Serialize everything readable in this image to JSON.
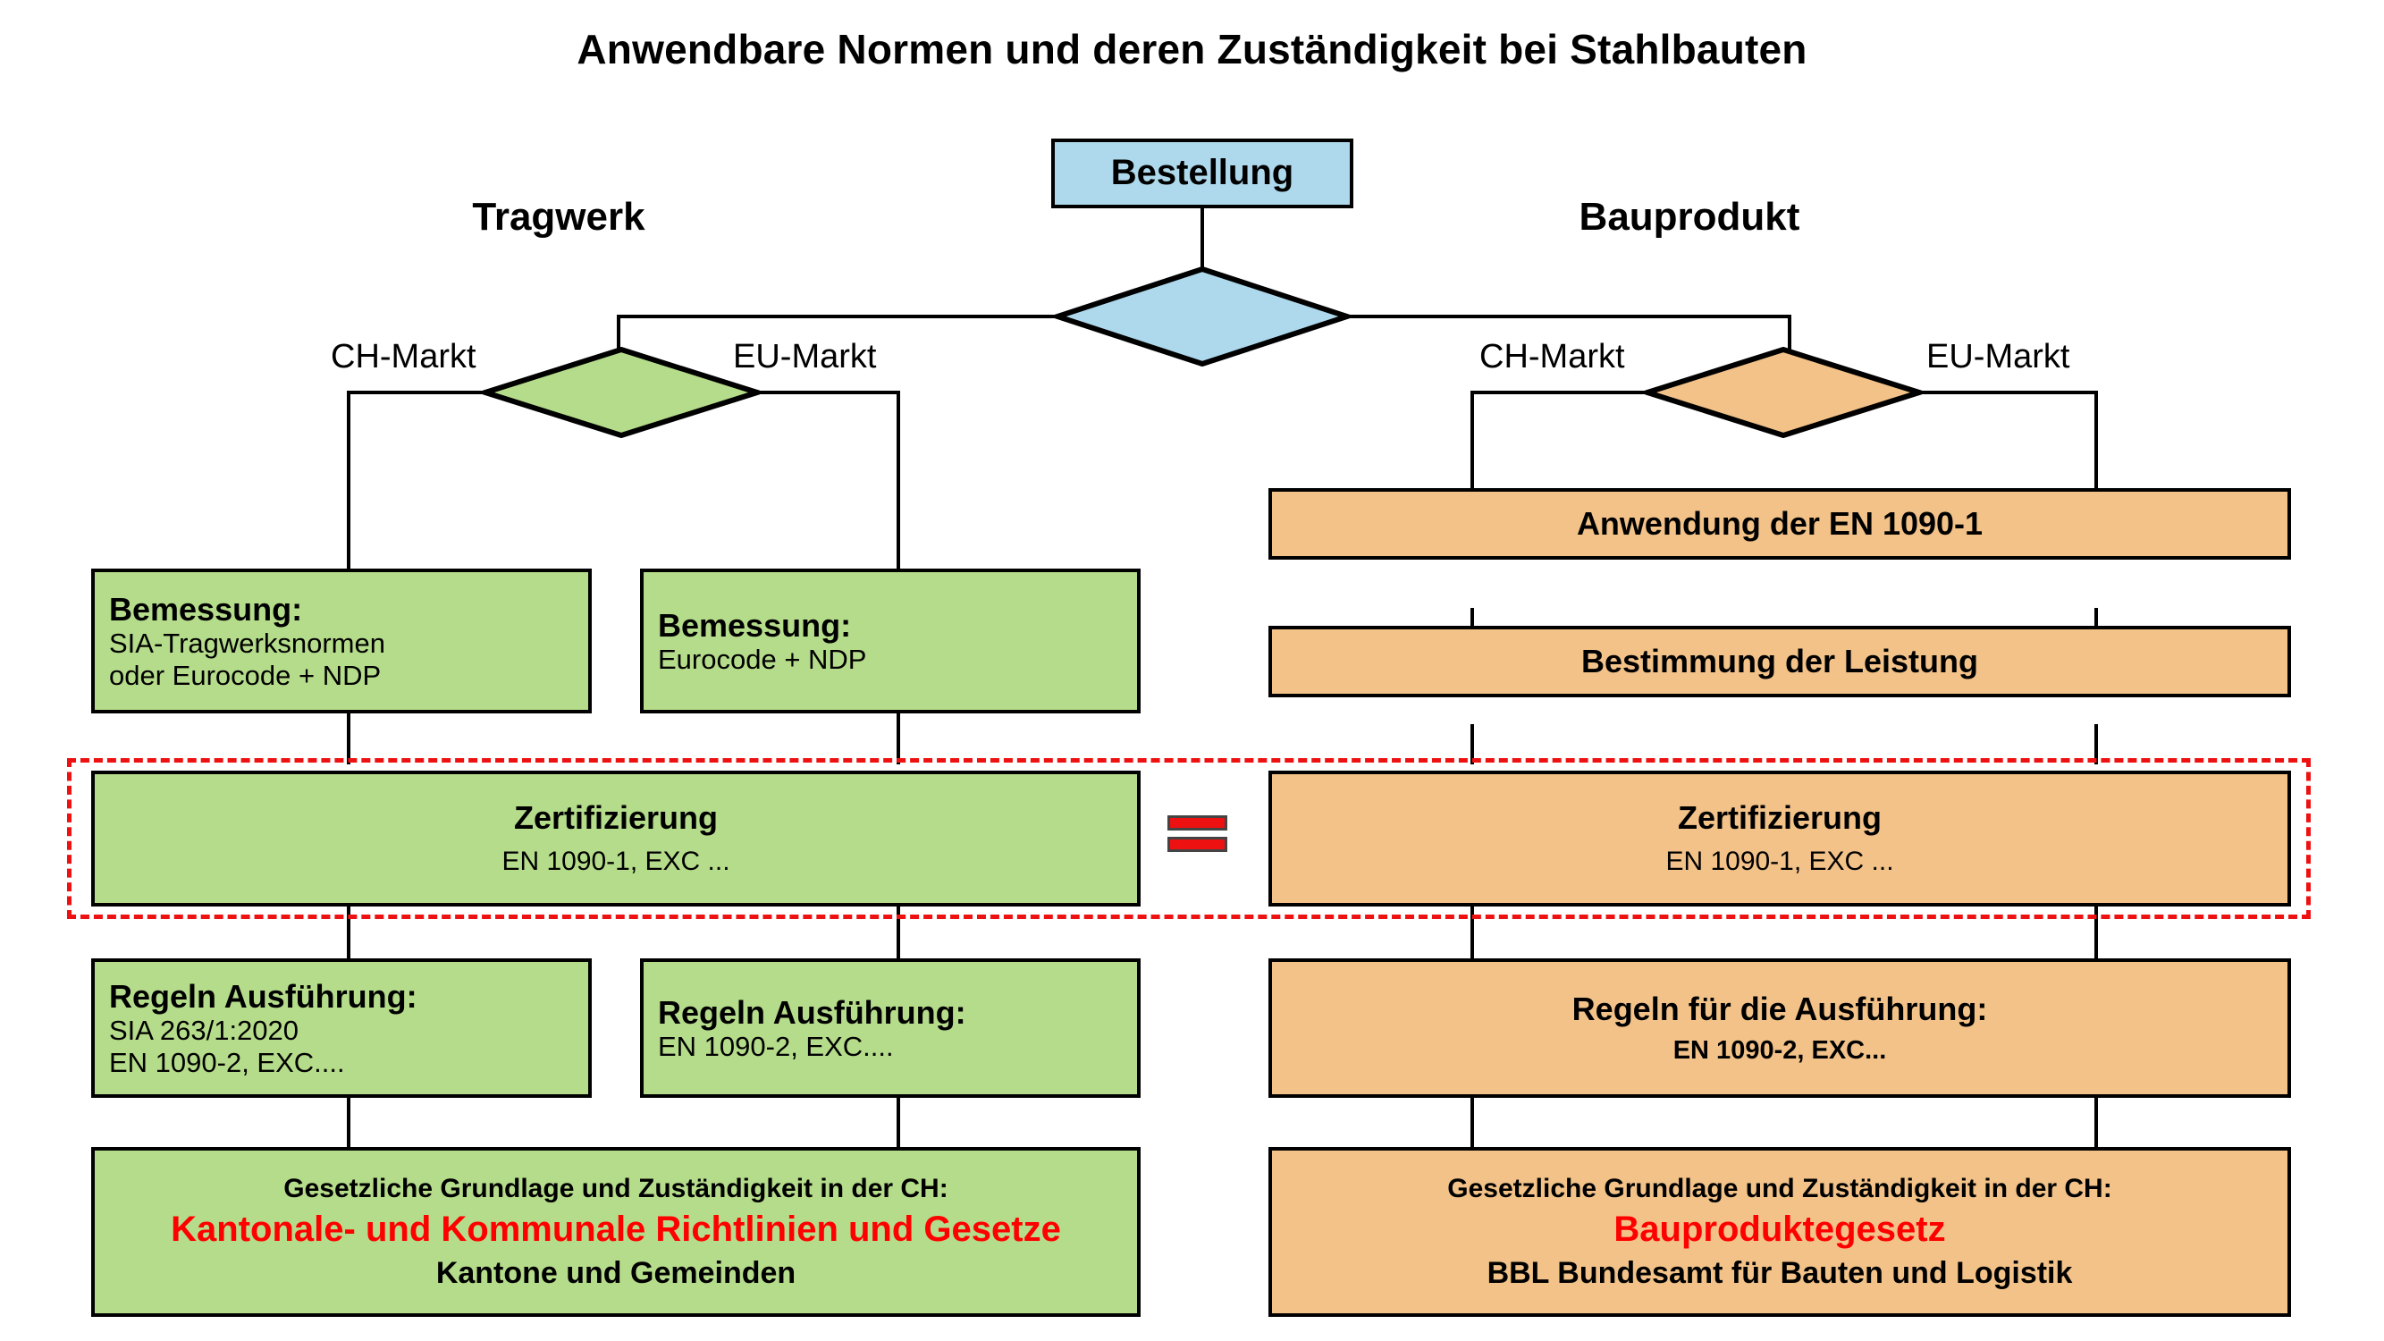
{
  "title": "Anwendbare Normen und deren Zuständigkeit bei Stahlbauten",
  "colors": {
    "green": "#b5dc8a",
    "orange": "#f2c288",
    "blue": "#aed9ec",
    "highlight_red": "#ee1111",
    "text_red": "#ff0000",
    "border": "#000000"
  },
  "root": {
    "label": "Bestellung"
  },
  "columns": {
    "left": {
      "header": "Tragwerk"
    },
    "right": {
      "header": "Bauprodukt"
    }
  },
  "branch_labels": {
    "left_ch": "CH-Markt",
    "left_eu": "EU-Markt",
    "right_ch": "CH-Markt",
    "right_eu": "EU-Markt"
  },
  "nodes": {
    "tragwerk_ch_bemessung": {
      "heading": "Bemessung:",
      "line2": "SIA-Tragwerksnormen",
      "line3": "oder Eurocode + NDP"
    },
    "tragwerk_eu_bemessung": {
      "heading": "Bemessung:",
      "line2": "Eurocode + NDP"
    },
    "bauprodukt_anwendung": {
      "heading": "Anwendung der EN 1090-1"
    },
    "bauprodukt_leistung": {
      "heading": "Bestimmung der Leistung"
    },
    "zertifizierung_left": {
      "heading": "Zertifizierung",
      "sub": "EN 1090-1, EXC ..."
    },
    "zertifizierung_right": {
      "heading": "Zertifizierung",
      "sub": "EN 1090-1, EXC ..."
    },
    "equals_symbol": "=",
    "regeln_ch": {
      "heading": "Regeln Ausführung:",
      "line2": "SIA 263/1:2020",
      "line3": "EN 1090-2, EXC...."
    },
    "regeln_eu": {
      "heading": "Regeln Ausführung:",
      "line2": "EN 1090-2, EXC...."
    },
    "regeln_bauprodukt": {
      "heading": "Regeln für die Ausführung:",
      "line2": "EN 1090-2, EXC..."
    },
    "legal_left": {
      "line1": "Gesetzliche Grundlage und Zuständigkeit in der CH:",
      "line2": "Kantonale- und Kommunale Richtlinien und Gesetze",
      "line3": "Kantone und Gemeinden"
    },
    "legal_right": {
      "line1": "Gesetzliche Grundlage und Zuständigkeit in der CH:",
      "line2": "Bauproduktegesetz",
      "line3": "BBL Bundesamt für Bauten und Logistik"
    }
  }
}
